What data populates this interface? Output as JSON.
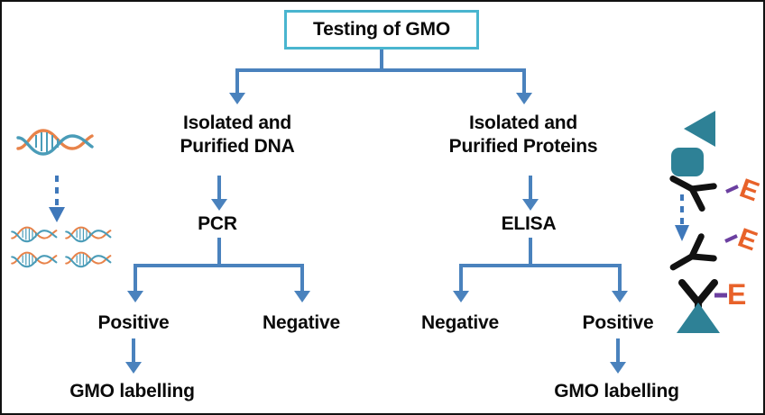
{
  "figure": {
    "title": "Testing of GMO",
    "border_color": "#111111",
    "box_border_color": "#49b5cf",
    "connector_color": "#4a82bd",
    "dna_strand_colors": [
      "#e8834a",
      "#4a9cb8"
    ],
    "protein_color": "#2e8196",
    "enzyme_label_color": "#e8622a",
    "antibody_color": "#111111",
    "linker_color": "#6b3fa0"
  },
  "nodes": {
    "root": "Testing of GMO",
    "dna_branch": "Isolated and\nPurified DNA",
    "protein_branch": "Isolated and\nPurified Proteins",
    "dna_method": "PCR",
    "protein_method": "ELISA",
    "pcr_positive": "Positive",
    "pcr_negative": "Negative",
    "elisa_negative": "Negative",
    "elisa_positive": "Positive",
    "pcr_outcome": "GMO labelling",
    "elisa_outcome": "GMO labelling"
  },
  "decorations": {
    "left_illustration": {
      "name": "dna-amplification-illustration",
      "top_helix_count": 1,
      "bottom_helix_count": 4,
      "arrow_style": "dashed-down"
    },
    "right_illustration": {
      "name": "elisa-antibody-illustration",
      "antigen_shapes": [
        "triangle",
        "rounded-square"
      ],
      "antibody_count": 3,
      "enzyme_label": "E",
      "arrow_style": "dashed-down"
    }
  }
}
